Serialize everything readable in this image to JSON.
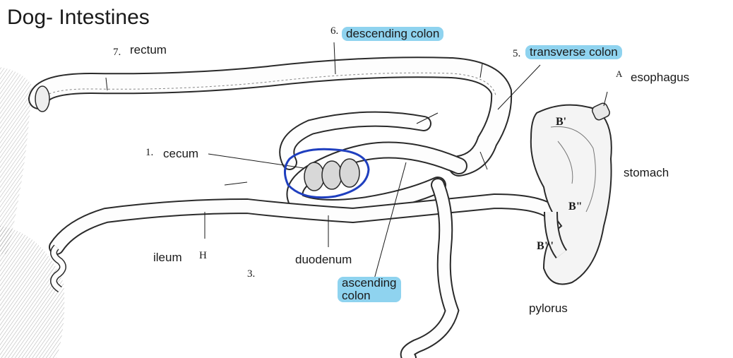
{
  "title": "Dog- Intestines",
  "labels": {
    "rectum": {
      "number": "7.",
      "text": "rectum"
    },
    "descending": {
      "number": "6.",
      "text": "descending colon"
    },
    "transverse": {
      "number": "5.",
      "text": "transverse colon"
    },
    "esophagus": {
      "marker": "A",
      "text": "esophagus"
    },
    "cecum": {
      "number": "1.",
      "text": "cecum"
    },
    "stomach": {
      "text": "stomach"
    },
    "ileum": {
      "text": "ileum",
      "marker": "H"
    },
    "duodenum": {
      "text": "duodenum"
    },
    "three": {
      "number": "3."
    },
    "ascending": {
      "line1": "ascending",
      "line2": "colon"
    },
    "pylorus": {
      "text": "pylorus"
    }
  },
  "stomach_markers": {
    "b1": "B'",
    "b2": "B\"",
    "b3": "B\"'"
  },
  "colors": {
    "highlight": "#8fd3ef",
    "circle": "#1f3fbf",
    "ink": "#2a2a2a"
  }
}
